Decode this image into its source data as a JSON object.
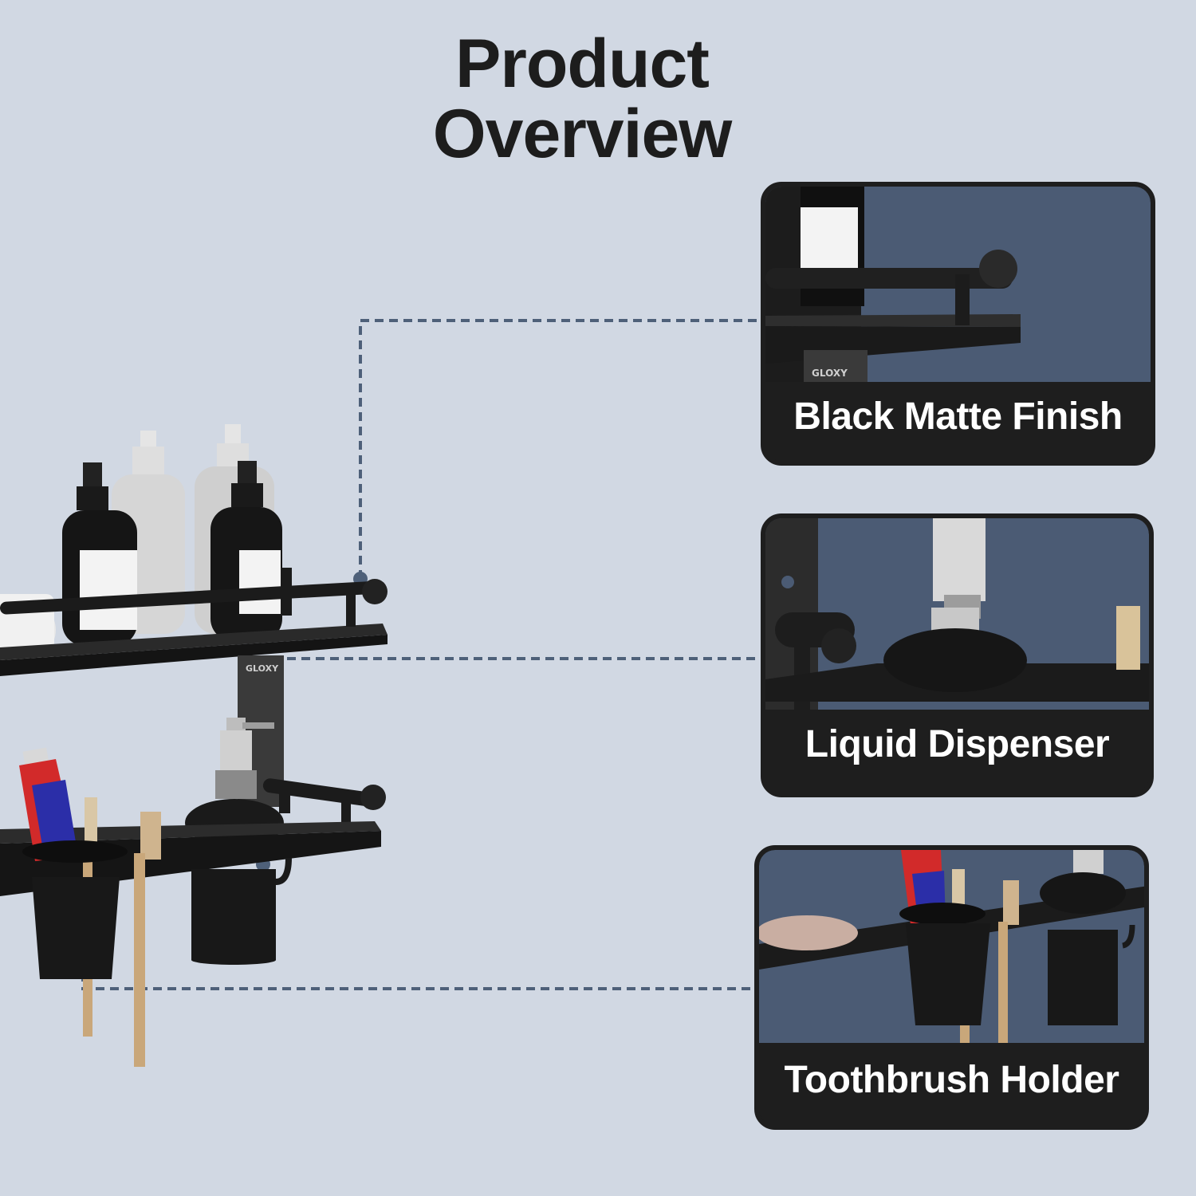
{
  "title": {
    "line1": "Product",
    "line2": "Overview"
  },
  "features": [
    {
      "label": "Black Matte Finish"
    },
    {
      "label": "Liquid Dispenser"
    },
    {
      "label": "Toothbrush Holder"
    }
  ],
  "brand_logo": "GLOXY",
  "colors": {
    "background": "#d1d8e3",
    "card": "#1e1e1e",
    "card_photo_bg": "#4b5b74",
    "connector": "#4e6079"
  }
}
